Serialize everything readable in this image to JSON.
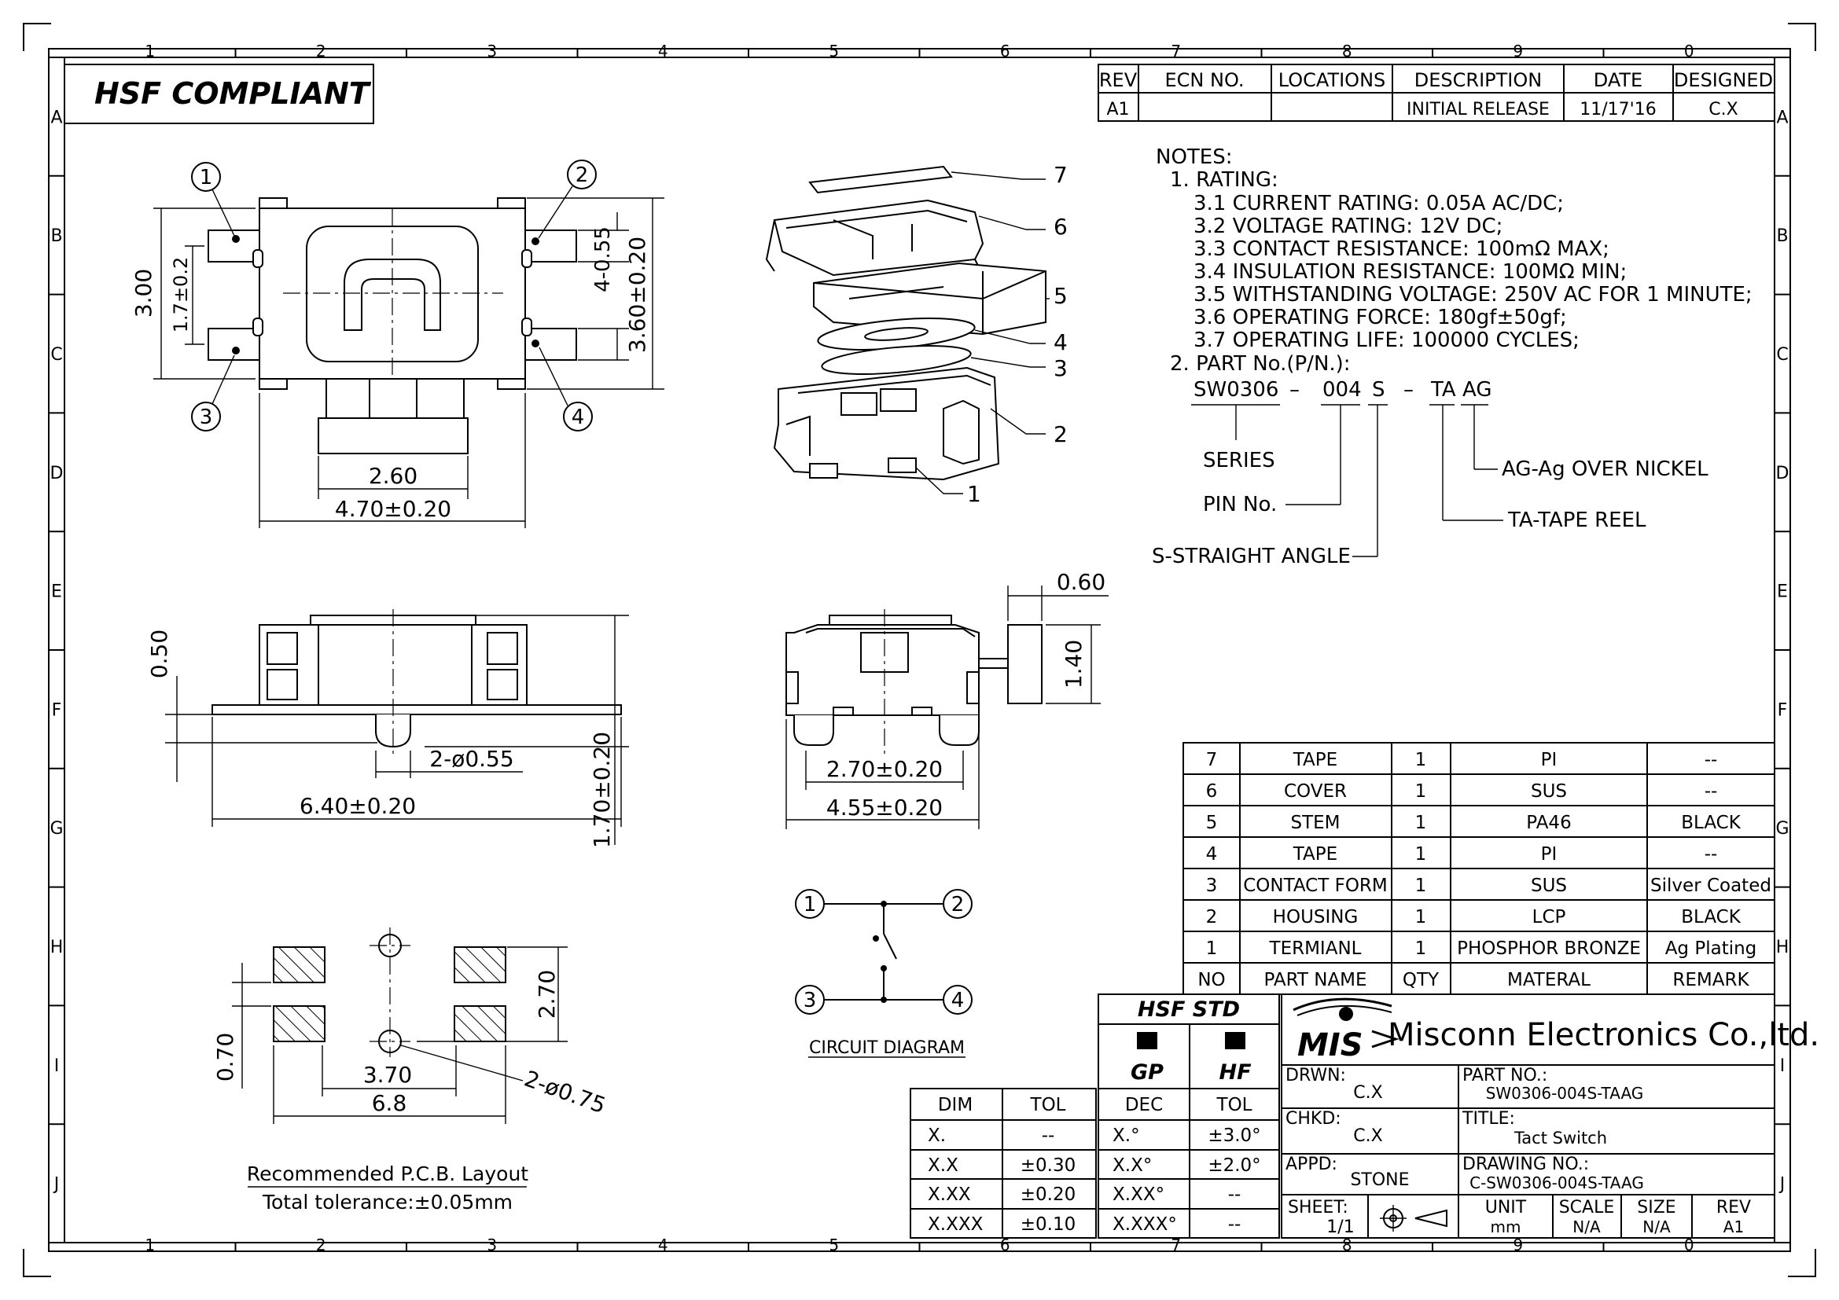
{
  "border": {
    "columns": [
      "1",
      "2",
      "3",
      "4",
      "5",
      "6",
      "7",
      "8",
      "9",
      "0"
    ],
    "rows": [
      "A",
      "B",
      "C",
      "D",
      "E",
      "F",
      "G",
      "H",
      "I",
      "J"
    ]
  },
  "hsf_compliant": "HSF  COMPLIANT",
  "revision": {
    "headers": [
      "REV",
      "ECN NO.",
      "LOCATIONS",
      "DESCRIPTION",
      "DATE",
      "DESIGNED"
    ],
    "row": [
      "A1",
      "",
      "",
      "INITIAL RELEASE",
      "11/17'16",
      "C.X"
    ]
  },
  "notes": {
    "title": "NOTES:",
    "rating_title": "1. RATING:",
    "ratings": [
      "3.1 CURRENT RATING: 0.05A AC/DC;",
      "3.2 VOLTAGE RATING: 12V DC;",
      "3.3 CONTACT RESISTANCE: 100mΩ MAX;",
      "3.4 INSULATION RESISTANCE: 100MΩ MIN;",
      "3.5 WITHSTANDING VOLTAGE: 250V AC FOR 1 MINUTE;",
      "3.6 OPERATING FORCE: 180gf±50gf;",
      "3.7 OPERATING LIFE: 100000 CYCLES;"
    ],
    "part_title": "2. PART No.(P/N.):",
    "part_code": {
      "series": "SW0306",
      "d1": "–",
      "pins": "004",
      "angle": "S",
      "d2": "–",
      "pack": "TA",
      "finish": "AG"
    },
    "legend": {
      "series": "SERIES",
      "pin": "PIN No.",
      "angle": "S-STRAIGHT ANGLE",
      "finish": "AG-Ag OVER NICKEL",
      "pack": "TA-TAPE REEL"
    }
  },
  "views": {
    "top": {
      "pins": [
        "1",
        "2",
        "3",
        "4"
      ],
      "dims": {
        "h1": "3.00",
        "h2": "1.7±0.2",
        "h3": "4-0.55",
        "h4": "3.60±0.20",
        "w1": "2.60",
        "w2": "4.70±0.20"
      }
    },
    "exploded": {
      "labels": [
        "7",
        "6",
        "5",
        "4",
        "3",
        "2",
        "1"
      ]
    },
    "front": {
      "dims": {
        "a": "0.50",
        "b": "2-ø0.55",
        "c": "6.40±0.20",
        "d": "1.70±0.20"
      }
    },
    "side": {
      "dims": {
        "a": "0.60",
        "b": "1.40",
        "c": "2.70±0.20",
        "d": "4.55±0.20"
      }
    },
    "pcb": {
      "dims": {
        "a": "2.70",
        "b": "0.70",
        "c": "3.70",
        "d": "2-ø0.75",
        "e": "6.8"
      },
      "caption1": "Recommended P.C.B. Layout",
      "caption2": "Total tolerance:±0.05mm"
    },
    "circuit": {
      "pins": [
        "1",
        "2",
        "3",
        "4"
      ],
      "caption": "CIRCUIT DIAGRAM"
    }
  },
  "bom": {
    "rows": [
      [
        "7",
        "TAPE",
        "1",
        "PI",
        "--"
      ],
      [
        "6",
        "COVER",
        "1",
        "SUS",
        "--"
      ],
      [
        "5",
        "STEM",
        "1",
        "PA46",
        "BLACK"
      ],
      [
        "4",
        "TAPE",
        "1",
        "PI",
        "--"
      ],
      [
        "3",
        "CONTACT FORM",
        "1",
        "SUS",
        "Silver Coated"
      ],
      [
        "2",
        "HOUSING",
        "1",
        "LCP",
        "BLACK"
      ],
      [
        "1",
        "TERMIANL",
        "1",
        "PHOSPHOR BRONZE",
        "Ag Plating"
      ]
    ],
    "header": [
      "NO",
      "PART NAME",
      "QTY",
      "MATERAL",
      "REMARK"
    ]
  },
  "tolerance": {
    "headers": [
      "DIM",
      "TOL",
      "DEC",
      "TOL"
    ],
    "rows": [
      [
        "X.",
        "--",
        "X.°",
        "±3.0°"
      ],
      [
        "X.X",
        "±0.30",
        "X.X°",
        "±2.0°"
      ],
      [
        "X.XX",
        "±0.20",
        "X.XX°",
        "--"
      ],
      [
        "X.XXX",
        "±0.10",
        "X.XXX°",
        "--"
      ]
    ],
    "hsf_std": "HSF  STD",
    "gp": "GP",
    "hf": "HF"
  },
  "title_block": {
    "logo": "MIS",
    "company": "Misconn Electronics Co.,ltd.",
    "drwn_label": "DRWN:",
    "drwn": "C.X",
    "chkd_label": "CHKD:",
    "chkd": "C.X",
    "appd_label": "APPD:",
    "appd": "STONE",
    "part_no_label": "PART NO.:",
    "part_no": "SW0306-004S-TAAG",
    "title_label": "TITLE:",
    "title": "Tact Switch",
    "drawing_no_label": "DRAWING NO.:",
    "drawing_no": "C-SW0306-004S-TAAG",
    "sheet_label": "SHEET:",
    "sheet": "1/1",
    "unit_label": "UNIT",
    "unit": "mm",
    "scale_label": "SCALE",
    "scale": "N/A",
    "size_label": "SIZE",
    "size": "N/A",
    "rev_label": "REV",
    "rev": "A1"
  }
}
